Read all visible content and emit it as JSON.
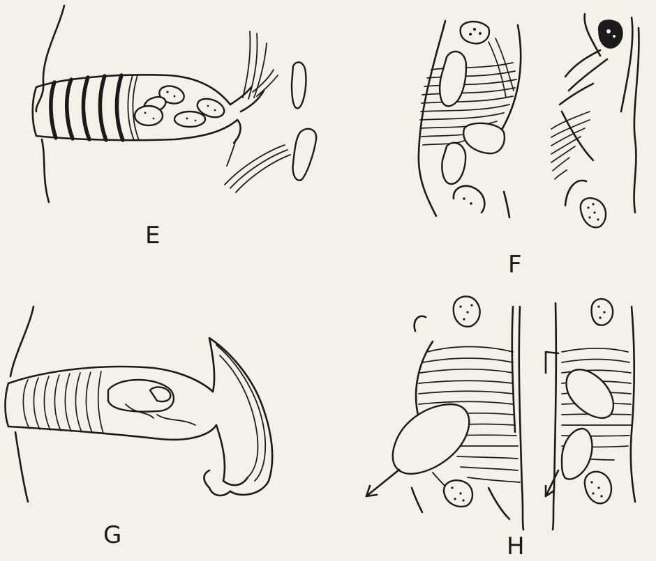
{
  "panels": [
    {
      "id": "E",
      "label": "E"
    },
    {
      "id": "F",
      "label": "F"
    },
    {
      "id": "G",
      "label": "G"
    },
    {
      "id": "H",
      "label": "H"
    }
  ]
}
